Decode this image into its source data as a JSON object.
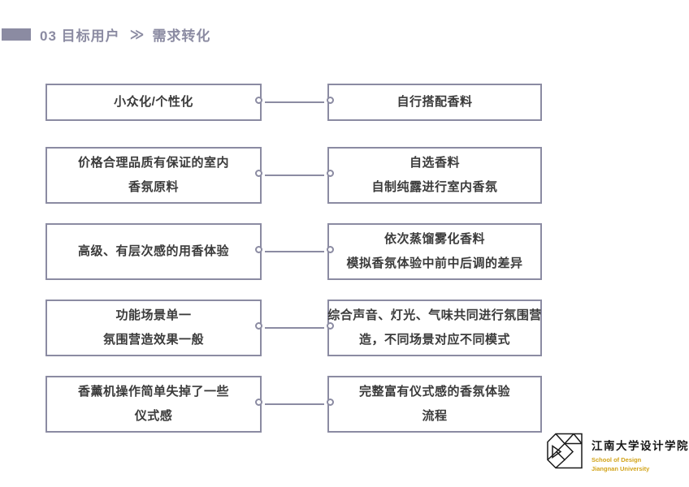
{
  "header": {
    "section": "03 目标用户",
    "separator": "≫",
    "subtitle": "需求转化"
  },
  "rows": [
    {
      "left": {
        "lines": [
          "小众化/个性化"
        ]
      },
      "right": {
        "lines": [
          "自行搭配香料"
        ]
      }
    },
    {
      "left": {
        "lines": [
          "价格合理品质有保证的室内",
          "香氛原料"
        ]
      },
      "right": {
        "lines": [
          "自选香料",
          "自制纯露进行室内香氛"
        ]
      }
    },
    {
      "left": {
        "lines": [
          "高级、有层次感的用香体验"
        ]
      },
      "right": {
        "lines": [
          "依次蒸馏雾化香料",
          "模拟香氛体验中前中后调的差异"
        ]
      }
    },
    {
      "left": {
        "lines": [
          "功能场景单一",
          "氛围营造效果一般"
        ]
      },
      "right": {
        "lines": [
          "综合声音、灯光、气味共同进行氛围营",
          "造，不同场景对应不同模式"
        ]
      }
    },
    {
      "left": {
        "lines": [
          "香薰机操作简单失掉了一些",
          "仪式感"
        ]
      },
      "right": {
        "lines": [
          "完整富有仪式感的香氛体验",
          "流程"
        ]
      }
    }
  ],
  "logo": {
    "cn": "江南大学设计学院",
    "en_line1": "School of Design",
    "en_line2": "Jiangnan University"
  },
  "colors": {
    "accent": "#8b8ba2",
    "text": "#3b3b3b",
    "logo_gold": "#d2a318"
  }
}
